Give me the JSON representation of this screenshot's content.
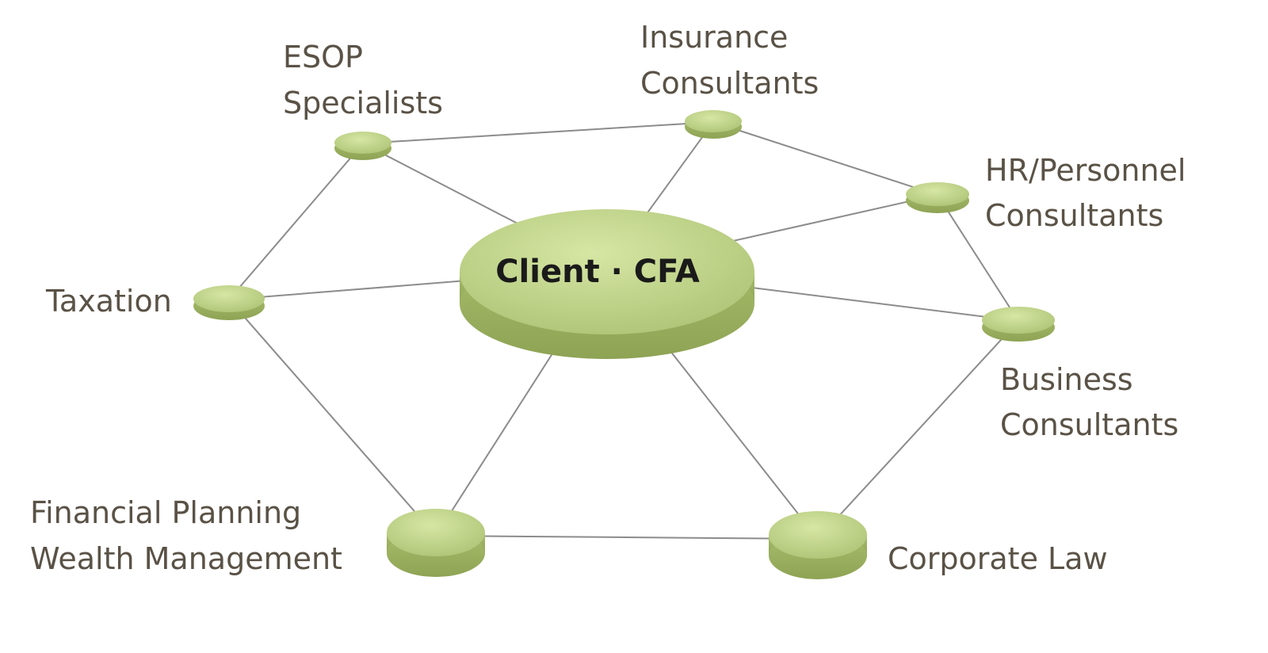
{
  "center": {
    "label": "Client · CFA"
  },
  "nodes": [
    {
      "id": "esop",
      "lines": [
        "ESOP",
        "Specialists"
      ]
    },
    {
      "id": "insurance",
      "lines": [
        "Insurance",
        "Consultants"
      ]
    },
    {
      "id": "hr",
      "lines": [
        "HR/Personnel",
        "Consultants"
      ]
    },
    {
      "id": "business",
      "lines": [
        "Business",
        "Consultants"
      ]
    },
    {
      "id": "corporate-law",
      "lines": [
        "Corporate Law"
      ]
    },
    {
      "id": "financial",
      "lines": [
        "Financial Planning",
        "Wealth Management"
      ]
    },
    {
      "id": "taxation",
      "lines": [
        "Taxation"
      ]
    }
  ],
  "colors": {
    "node_top": "#c4d88a",
    "node_side": "#a3b968",
    "edge": "#8c8c8c",
    "label_text": "#5a5246"
  }
}
